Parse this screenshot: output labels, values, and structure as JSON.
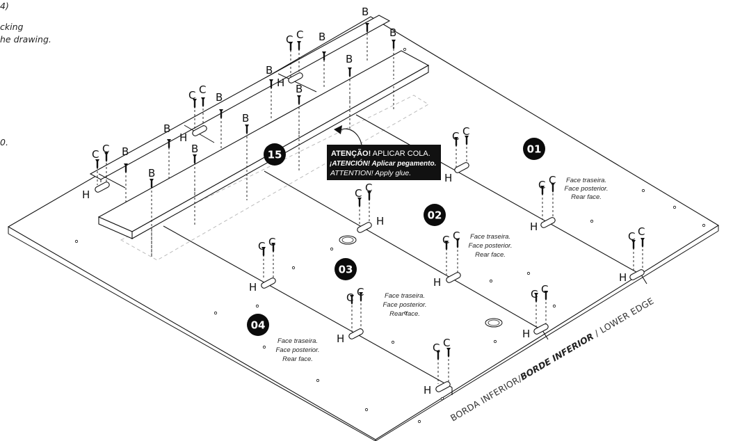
{
  "header_fragments": [
    "4)",
    "cking",
    "he drawing.",
    "0."
  ],
  "warning": {
    "pt_bold": "ATENÇÃO!",
    "pt_rest": " APLICAR COLA.",
    "es": "¡ATENCIÓN! Aplicar pegamento.",
    "en": "ATTENTION! Apply glue."
  },
  "parts": [
    "01",
    "02",
    "03",
    "04",
    "15"
  ],
  "face_text": [
    "Face traseira.",
    "Face posterior.",
    "Rear face."
  ],
  "edge": {
    "pt": "BORDA INFERIOR",
    "sep": "/",
    "es": "BORDE INFERIOR",
    "sep2": " / ",
    "en": "LOWER EDGE"
  },
  "labels": {
    "c": "C",
    "b": "B",
    "h": "H"
  },
  "colors": {
    "ink": "#111111",
    "badge": "#0b0b0b",
    "dash": "#bbbbbb",
    "panel": "#ffffff"
  }
}
